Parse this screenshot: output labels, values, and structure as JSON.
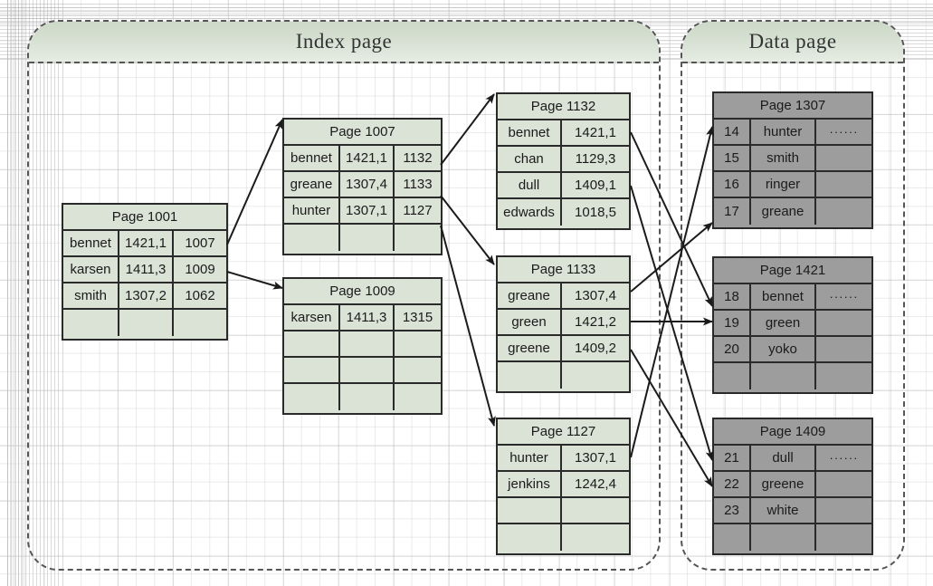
{
  "regions": {
    "index": {
      "label": "Index page"
    },
    "data": {
      "label": "Data page"
    }
  },
  "colors": {
    "index_fill": "#dbe2d6",
    "data_fill": "#9d9d9d",
    "border": "#2a2a2a",
    "region_border": "#555555",
    "header_fill": "#d6e0d2"
  },
  "dots": "······",
  "nodes": {
    "root": {
      "title": "Page 1001",
      "rows": [
        [
          "bennet",
          "1421,1",
          "1007"
        ],
        [
          "karsen",
          "1411,3",
          "1009"
        ],
        [
          "smith",
          "1307,2",
          "1062"
        ],
        [
          "",
          "",
          ""
        ]
      ]
    },
    "p1007": {
      "title": "Page 1007",
      "rows": [
        [
          "bennet",
          "1421,1",
          "1132"
        ],
        [
          "greane",
          "1307,4",
          "1133"
        ],
        [
          "hunter",
          "1307,1",
          "1127"
        ],
        [
          "",
          "",
          ""
        ]
      ]
    },
    "p1009": {
      "title": "Page 1009",
      "rows": [
        [
          "karsen",
          "1411,3",
          "1315"
        ],
        [
          "",
          "",
          ""
        ],
        [
          "",
          "",
          ""
        ],
        [
          "",
          "",
          ""
        ]
      ]
    },
    "p1132": {
      "title": "Page 1132",
      "rows": [
        [
          "bennet",
          "1421,1"
        ],
        [
          "chan",
          "1129,3"
        ],
        [
          "dull",
          "1409,1"
        ],
        [
          "edwards",
          "1018,5"
        ]
      ]
    },
    "p1133": {
      "title": "Page 1133",
      "rows": [
        [
          "greane",
          "1307,4"
        ],
        [
          "green",
          "1421,2"
        ],
        [
          "greene",
          "1409,2"
        ],
        [
          "",
          ""
        ]
      ]
    },
    "p1127": {
      "title": "Page 1127",
      "rows": [
        [
          "hunter",
          "1307,1"
        ],
        [
          "jenkins",
          "1242,4"
        ],
        [
          "",
          ""
        ],
        [
          "",
          ""
        ]
      ]
    },
    "p1307": {
      "title": "Page 1307",
      "rows": [
        [
          "14",
          "hunter",
          "······"
        ],
        [
          "15",
          "smith",
          ""
        ],
        [
          "16",
          "ringer",
          ""
        ],
        [
          "17",
          "greane",
          ""
        ]
      ]
    },
    "p1421": {
      "title": "Page 1421",
      "rows": [
        [
          "18",
          "bennet",
          "······"
        ],
        [
          "19",
          "green",
          ""
        ],
        [
          "20",
          "yoko",
          ""
        ],
        [
          "",
          "",
          ""
        ]
      ]
    },
    "p1409": {
      "title": "Page 1409",
      "rows": [
        [
          "21",
          "dull",
          "······"
        ],
        [
          "22",
          "greene",
          ""
        ],
        [
          "23",
          "white",
          ""
        ],
        [
          "",
          "",
          ""
        ]
      ]
    }
  },
  "connections": [
    {
      "from": "Page 1001 / bennet 1007",
      "to": "Page 1007"
    },
    {
      "from": "Page 1001 / karsen 1009",
      "to": "Page 1009"
    },
    {
      "from": "Page 1007 / bennet 1132",
      "to": "Page 1132"
    },
    {
      "from": "Page 1007 / greane 1133",
      "to": "Page 1133"
    },
    {
      "from": "Page 1007 / hunter 1127",
      "to": "Page 1127"
    },
    {
      "from": "Page 1132 / bennet 1421,1",
      "to": "Page 1421 row 18 bennet"
    },
    {
      "from": "Page 1132 / dull 1409,1",
      "to": "Page 1409 row 21 dull"
    },
    {
      "from": "Page 1133 / greane 1307,4",
      "to": "Page 1307 row 17 greane"
    },
    {
      "from": "Page 1133 / green 1421,2",
      "to": "Page 1421 row 19 green"
    },
    {
      "from": "Page 1133 / greene 1409,2",
      "to": "Page 1409 row 22 greene"
    },
    {
      "from": "Page 1127 / hunter 1307,1",
      "to": "Page 1307 row 14 hunter"
    }
  ]
}
